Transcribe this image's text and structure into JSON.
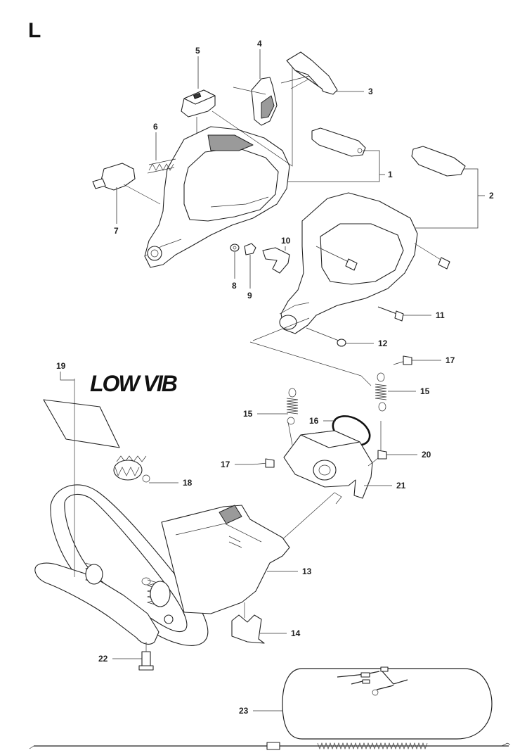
{
  "section_letter": "L",
  "logo_text": "LOW VIB",
  "labels": [
    {
      "id": "1",
      "text": "1"
    },
    {
      "id": "2",
      "text": "2"
    },
    {
      "id": "3",
      "text": "3"
    },
    {
      "id": "4",
      "text": "4"
    },
    {
      "id": "5",
      "text": "5"
    },
    {
      "id": "6",
      "text": "6"
    },
    {
      "id": "7",
      "text": "7"
    },
    {
      "id": "8",
      "text": "8"
    },
    {
      "id": "9",
      "text": "9"
    },
    {
      "id": "10",
      "text": "10"
    },
    {
      "id": "11",
      "text": "11"
    },
    {
      "id": "12",
      "text": "12"
    },
    {
      "id": "13",
      "text": "13"
    },
    {
      "id": "14",
      "text": "14"
    },
    {
      "id": "15a",
      "text": "15"
    },
    {
      "id": "15b",
      "text": "15"
    },
    {
      "id": "16",
      "text": "16"
    },
    {
      "id": "17a",
      "text": "17"
    },
    {
      "id": "17b",
      "text": "17"
    },
    {
      "id": "18",
      "text": "18"
    },
    {
      "id": "19",
      "text": "19"
    },
    {
      "id": "20",
      "text": "20"
    },
    {
      "id": "21",
      "text": "21"
    },
    {
      "id": "22",
      "text": "22"
    },
    {
      "id": "23",
      "text": "23"
    }
  ]
}
